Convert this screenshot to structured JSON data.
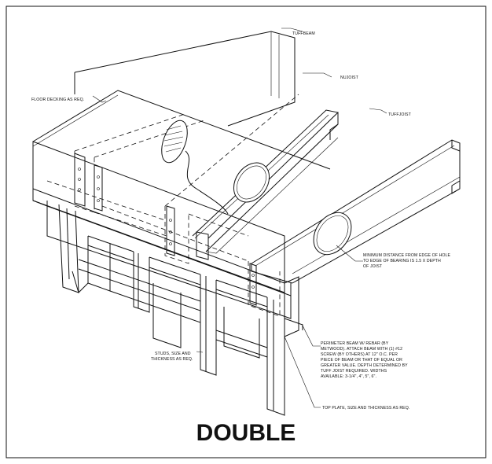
{
  "labels": {
    "tuffbeam": "TUFFBEAM",
    "floor_decking": "FLOOR DECKING AS REQ.",
    "nujoist": "NUJOIST",
    "tuffjoist": "TUFFJOIST",
    "min_distance": [
      "MINIMUM DISTANCE FROM EDGE OF HOLE",
      "TO EDGE OF BEARING IS 1.5 X DEPTH",
      "OF JOIST"
    ],
    "perimeter_beam": [
      "PERIMETER BEAM W/ REBAR (BY",
      "METWOOD). ATTACH BEAM WITH (1) #12",
      "SCREW (BY OTHERS) AT 12\" O.C. PER",
      "PIECE OF BEAM OR THAT OF EQUAL OR",
      "GREATER VALUE. DEPTH DETERMINED BY",
      "TUFF JOIST REQUIRED. WIDTHS",
      "AVAILABLE: 3-1/4\", 4\", 5\", 6\"."
    ],
    "studs": [
      "STUDS, SIZE AND",
      "THICKNESS AS REQ."
    ],
    "top_plate": "TOP PLATE, SIZE AND THICKNESS AS REQ."
  },
  "title": "DOUBLE"
}
